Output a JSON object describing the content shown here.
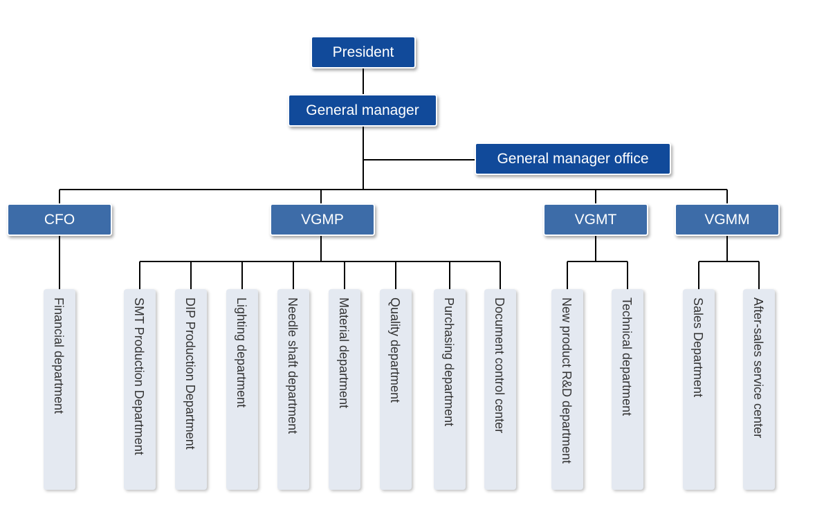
{
  "president": "President",
  "general_manager": "General manager",
  "gm_office": "General manager office",
  "branches": [
    {
      "label": "CFO",
      "departments": [
        "Financial department"
      ]
    },
    {
      "label": "VGMP",
      "departments": [
        "SMT Production Department",
        "DIP Production Department",
        "Lighting department",
        "Needle shaft department",
        "Material department",
        "Quality department",
        "Purchasing department",
        "Document control center"
      ]
    },
    {
      "label": "VGMT",
      "departments": [
        "New product R&D department",
        "Technical department"
      ]
    },
    {
      "label": "VGMM",
      "departments": [
        "Sales Department",
        "After-sales service center"
      ]
    }
  ],
  "colors": {
    "top_box": "#114a9a",
    "branch_box": "#3d6ca8",
    "dept_box": "#e4e9f1",
    "line": "#000000"
  }
}
